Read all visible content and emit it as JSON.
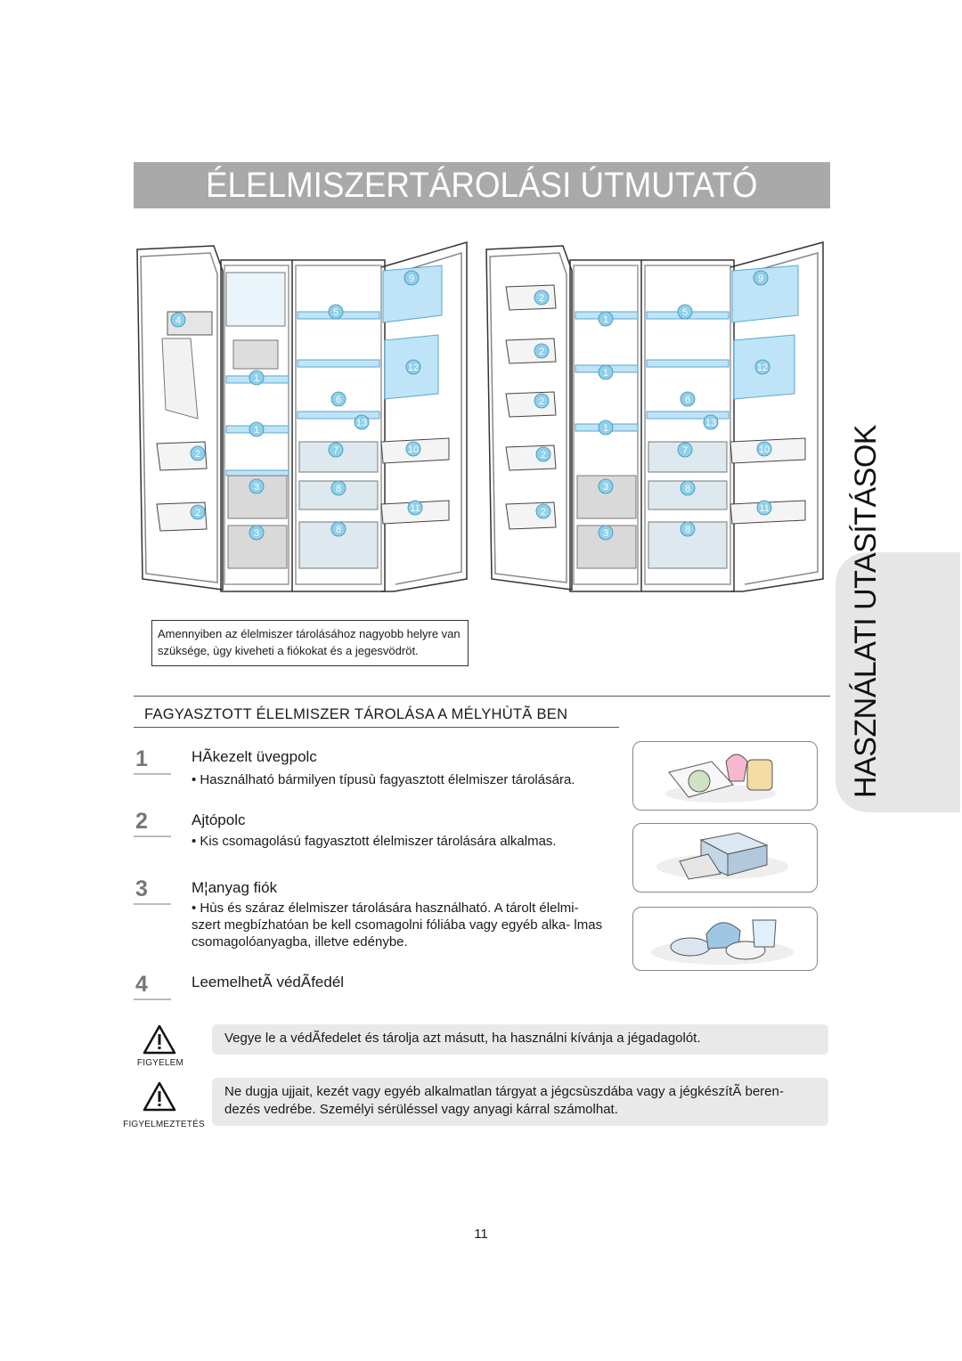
{
  "page": {
    "title": "ÉLELMISZERTÁROLÁSI ÚTMUTATÓ",
    "side_tab": "HASZNÁLATI UTASÍTÁSOK",
    "page_number": "11"
  },
  "diagram": {
    "callout": "Amennyiben az élelmiszer tárolásához nagyobb helyre van szüksége, ùgy kiveheti a fiókokat és a jegesvödröt.",
    "labels_a": [
      "4",
      "1",
      "1",
      "2",
      "2",
      "3",
      "3",
      "5",
      "6",
      "7",
      "8",
      "8",
      "9",
      "12",
      "13",
      "10",
      "11"
    ],
    "labels_b": [
      "2",
      "2",
      "2",
      "2",
      "2",
      "1",
      "1",
      "1",
      "3",
      "3",
      "5",
      "6",
      "7",
      "8",
      "8",
      "9",
      "12",
      "13",
      "10",
      "11"
    ]
  },
  "section": {
    "title": "FAGYASZTOTT ÉLELMISZER TÁROLÁSA A MÉLYHÙTÃ BEN",
    "items": [
      {
        "number": "1",
        "title": "HÃkezelt üvegpolc",
        "text": "• Használható bármilyen típusù fagyasztott élelmiszer tárolására."
      },
      {
        "number": "2",
        "title": "Ajtópolc",
        "text": "• Kis csomagolású fagyasztott élelmiszer tárolására alkalmas."
      },
      {
        "number": "3",
        "title": "M¦anyag fiók",
        "text": "• Hùs és száraz élelmiszer tárolására használható. A tárolt élelmi- szert megbízhatóan be kell csomagolni fóliába vagy egyéb alka- lmas csomagolóanyagba, illetve edénybe."
      },
      {
        "number": "4",
        "title": "LeemelhetÃ védÃfedél",
        "text": ""
      }
    ]
  },
  "notices": [
    {
      "label": "FIGYELEM",
      "text": "Vegye le a védÃfedelet és tárolja azt másutt, ha használni kívánja a jégadagolót."
    },
    {
      "label": "FIGYELMEZTETÉS",
      "text": "Ne dugja ujjait, kezét vagy egyéb alkalmatlan tárgyat a jégcsùszdába vagy a jégkészítÃ beren- dezés vedrébe. Személyi sérüléssel vagy anyagi kárral számolhat."
    }
  ],
  "colors": {
    "title_bar": "#a9a9a9",
    "side_tab": "#e6e6e6",
    "notice_bg": "#e9e9e9",
    "shelf_blue": "#bfe3f7",
    "badge": "#8fd0ea"
  }
}
